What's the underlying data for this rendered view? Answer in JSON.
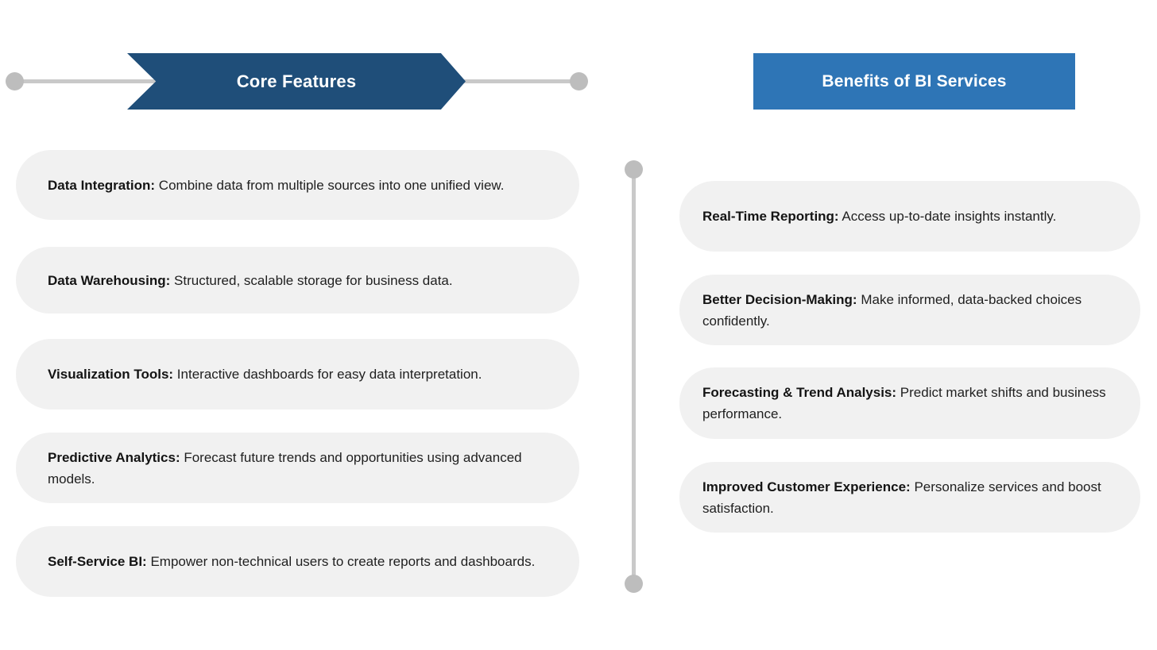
{
  "left_section": {
    "header": {
      "label": "Core Features"
    },
    "items": [
      {
        "title": "Data Integration:",
        "description": "Combine data from multiple sources into one unified view."
      },
      {
        "title": "Data Warehousing:",
        "description": "Structured, scalable storage for business data."
      },
      {
        "title": "Visualization Tools:",
        "description": "Interactive dashboards for easy data interpretation."
      },
      {
        "title": "Predictive Analytics:",
        "description": "Forecast future trends and opportunities using advanced models."
      },
      {
        "title": "Self-Service BI:",
        "description": "Empower non-technical users to create reports and dashboards."
      }
    ]
  },
  "right_section": {
    "header": {
      "label": "Benefits of BI Services"
    },
    "items": [
      {
        "title": "Real-Time Reporting:",
        "description": "Access up-to-date insights instantly."
      },
      {
        "title": "Better Decision-Making:",
        "description": "Make informed, data-backed choices confidently."
      },
      {
        "title": "Forecasting & Trend Analysis:",
        "description": "Predict market shifts and business performance."
      },
      {
        "title": "Improved Customer Experience:",
        "description": "Personalize services and boost satisfaction."
      }
    ]
  },
  "colors": {
    "left_header_bg": "#1f4e79",
    "right_header_bg": "#2e75b6",
    "header_text": "#ffffff",
    "card_bg": "#f1f1f1",
    "connector_line": "#c9c9c9",
    "connector_dot": "#bdbdbd",
    "title_text": "#141414",
    "body_text": "#1f1f1f"
  }
}
